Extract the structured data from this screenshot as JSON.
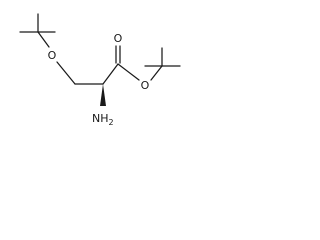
{
  "structure": {
    "atoms": {
      "ether_oxygen": "O",
      "carbonyl_oxygen": "O",
      "ester_oxygen": "O",
      "amine_element": "NH",
      "amine_subscript": "2"
    },
    "stereo_bond": "wedge",
    "colors": {
      "bond": "#1a1a1a",
      "background": "#ffffff"
    }
  }
}
